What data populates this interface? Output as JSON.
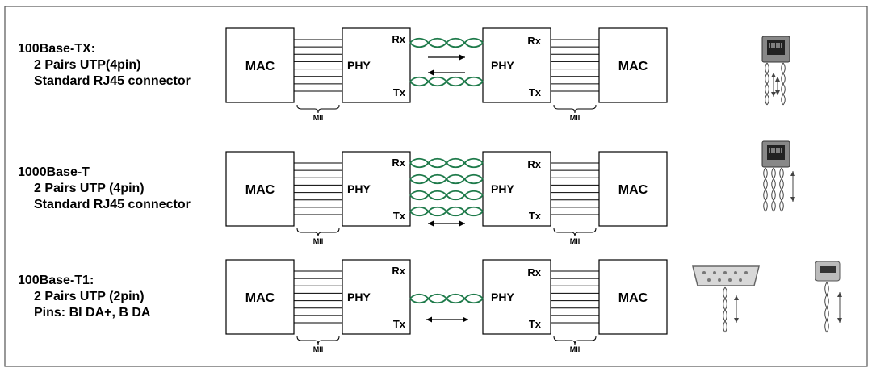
{
  "rows": [
    {
      "title": "100Base-TX:",
      "line1": "2 Pairs UTP(4pin)",
      "line2": "Standard RJ45 connector",
      "connector": "rj45-connector-2pair",
      "pairs": 2,
      "arrows": "two-way-split"
    },
    {
      "title": "1000Base-T",
      "line1": "2 Pairs UTP (4pin)",
      "line2": "Standard RJ45 connector",
      "connector": "rj45-connector-4pair",
      "pairs": 4,
      "arrows": "bidirectional"
    },
    {
      "title": "100Base-T1:",
      "line1": "2 Pairs UTP (2pin)",
      "line2": "Pins: BI DA+,  B DA",
      "connector": "db9-and-usb-connectors",
      "pairs": 1,
      "arrows": "bidirectional"
    }
  ],
  "labels": {
    "mac": "MAC",
    "phy": "PHY",
    "rx": "Rx",
    "tx": "Tx",
    "mii": "MII"
  },
  "colors": {
    "twisted_pair": "#1e7a4a",
    "frame": "#555555"
  }
}
